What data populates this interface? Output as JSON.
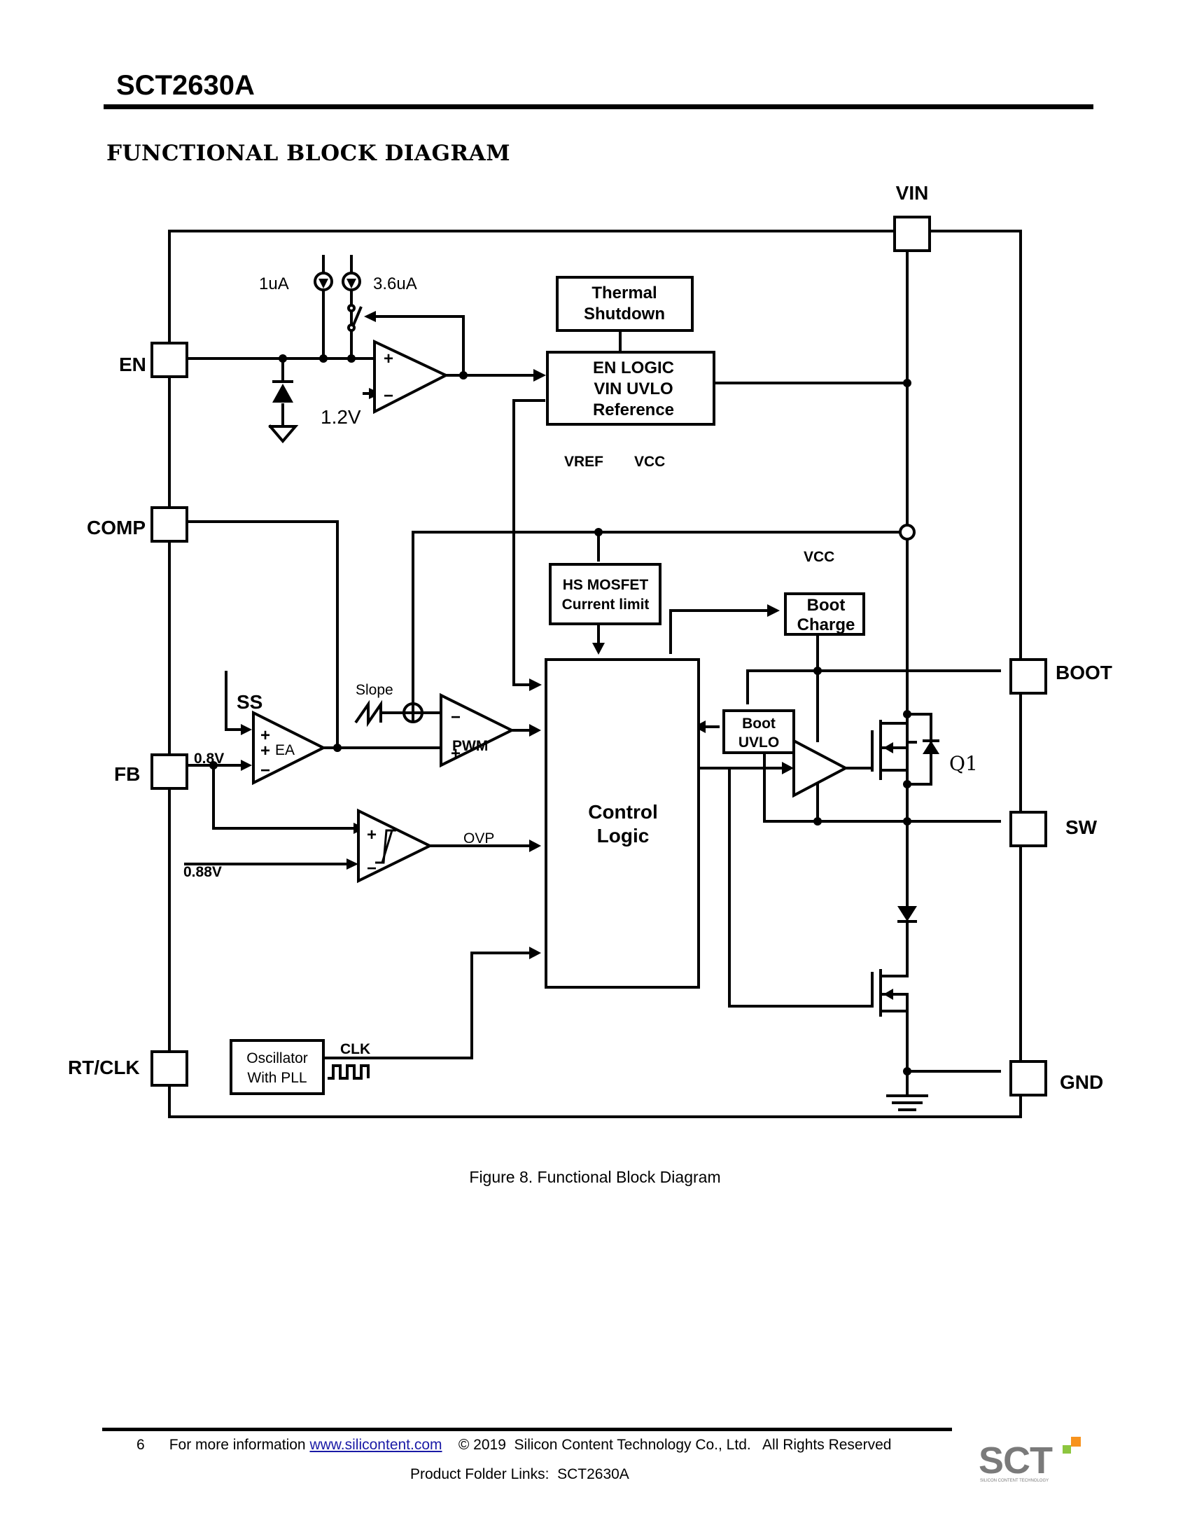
{
  "header": {
    "title": "SCT2630A"
  },
  "section": {
    "title": "FUNCTIONAL BLOCK DIAGRAM"
  },
  "diagram": {
    "pins": {
      "vin": "VIN",
      "en": "EN",
      "comp": "COMP",
      "fb": "FB",
      "rtclk": "RT/CLK",
      "boot": "BOOT",
      "sw": "SW",
      "gnd": "GND"
    },
    "blocks": {
      "thermal_line1": "Thermal",
      "thermal_line2": "Shutdown",
      "enlogic_line1": "EN LOGIC",
      "enlogic_line2": "VIN UVLO",
      "enlogic_line3": "Reference",
      "hs_line1": "HS MOSFET",
      "hs_line2": "Current limit",
      "bootcharge_line1": "Boot",
      "bootcharge_line2": "Charge",
      "bootuvlo_line1": "Boot",
      "bootuvlo_line2": "UVLO",
      "control_line1": "Control",
      "control_line2": "Logic",
      "osc_line1": "Oscillator",
      "osc_line2": "With PLL"
    },
    "labels": {
      "i1": "1uA",
      "i2": "3.6uA",
      "v12": "1.2V",
      "vref": "VREF",
      "vcc1": "VCC",
      "vcc2": "VCC",
      "ss": "SS",
      "slope": "Slope",
      "v08": "0.8V",
      "ea": "EA",
      "pwm": "PWM",
      "ovp": "OVP",
      "v088": "0.88V",
      "clk": "CLK",
      "q1": "Q1",
      "plus": "+",
      "minus": "−"
    }
  },
  "caption": "Figure 8. Functional Block Diagram",
  "footer": {
    "page": "6",
    "info_prefix": "For more information",
    "link": "www.silicontent.com",
    "copyright": "© 2019  Silicon Content Technology Co., Ltd.   All Rights Reserved",
    "folder": "Product Folder Links:  SCT2630A"
  },
  "logo": {
    "text": "SCT",
    "tagline": "SILICON CONTENT TECHNOLOGY",
    "colors": [
      "#f7931e",
      "#8dc63f",
      "#7a7a7a"
    ]
  }
}
